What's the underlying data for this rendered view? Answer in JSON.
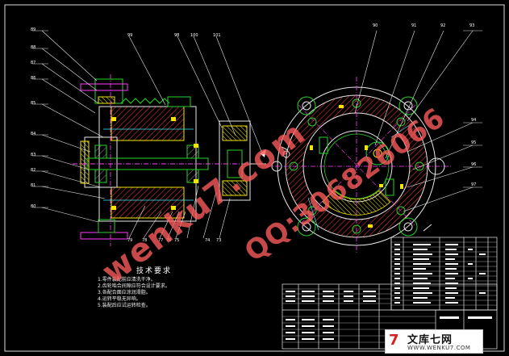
{
  "tech_requirements": {
    "title": "技术要求",
    "notes": [
      "1.零件装配前应清洗干净。",
      "2.齿轮啮合间隙应符合设计要求。",
      "3.各配合面应涂润滑脂。",
      "4.运转平稳无异响。",
      "5.装配后应试运转检查。"
    ]
  },
  "watermarks": {
    "site": "wenku7.com",
    "qq": "QQ:306826066"
  },
  "logo": {
    "mark": "7",
    "text": "文库七网",
    "url": "WWW.WENKU7.COM"
  },
  "part_labels": [
    "89",
    "88",
    "87",
    "86",
    "85",
    "84",
    "83",
    "82",
    "81",
    "80",
    "99",
    "98",
    "100",
    "101",
    "90",
    "91",
    "92",
    "93",
    "94",
    "95",
    "96",
    "97",
    "79",
    "78",
    "77",
    "76",
    "75",
    "74",
    "73"
  ],
  "colors": {
    "background": "#000000",
    "outline": "#e8e8e8",
    "green": "#27d327",
    "yellow": "#f2e600",
    "magenta": "#ff3cff",
    "cyan": "#44e0ff",
    "red": "#ff3a3a",
    "watermark": "#ff5c5c"
  }
}
